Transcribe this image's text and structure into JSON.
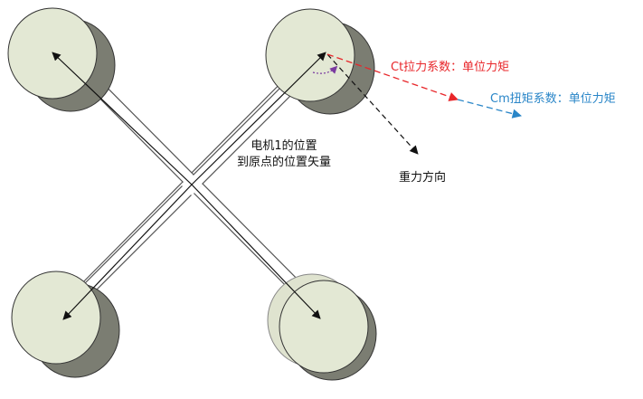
{
  "labels": {
    "motor_position_line1": "电机1的位置",
    "motor_position_line2": "到原点的位置矢量",
    "gravity": "重力方向",
    "ct": "Ct拉力系数：单位力矩",
    "cm": "Cm扭矩系数：单位力矩"
  },
  "colors": {
    "rotor_face": "#e3e8d4",
    "rotor_shadow": "#7b7d72",
    "rotor_outline": "#333333",
    "arm_fill": "#ffffff",
    "arm_stroke": "#555555",
    "vector": "#111111",
    "ct_arrow": "#e8262a",
    "cm_arrow": "#2a86c8",
    "angle_arc": "#7a3aa0",
    "ct_text": "#e8262a",
    "cm_text": "#2a86c8"
  },
  "icons": [
    "position-vector-arrow",
    "gravity-arrow",
    "ct-arrow",
    "cm-arrow",
    "angle-arc"
  ]
}
